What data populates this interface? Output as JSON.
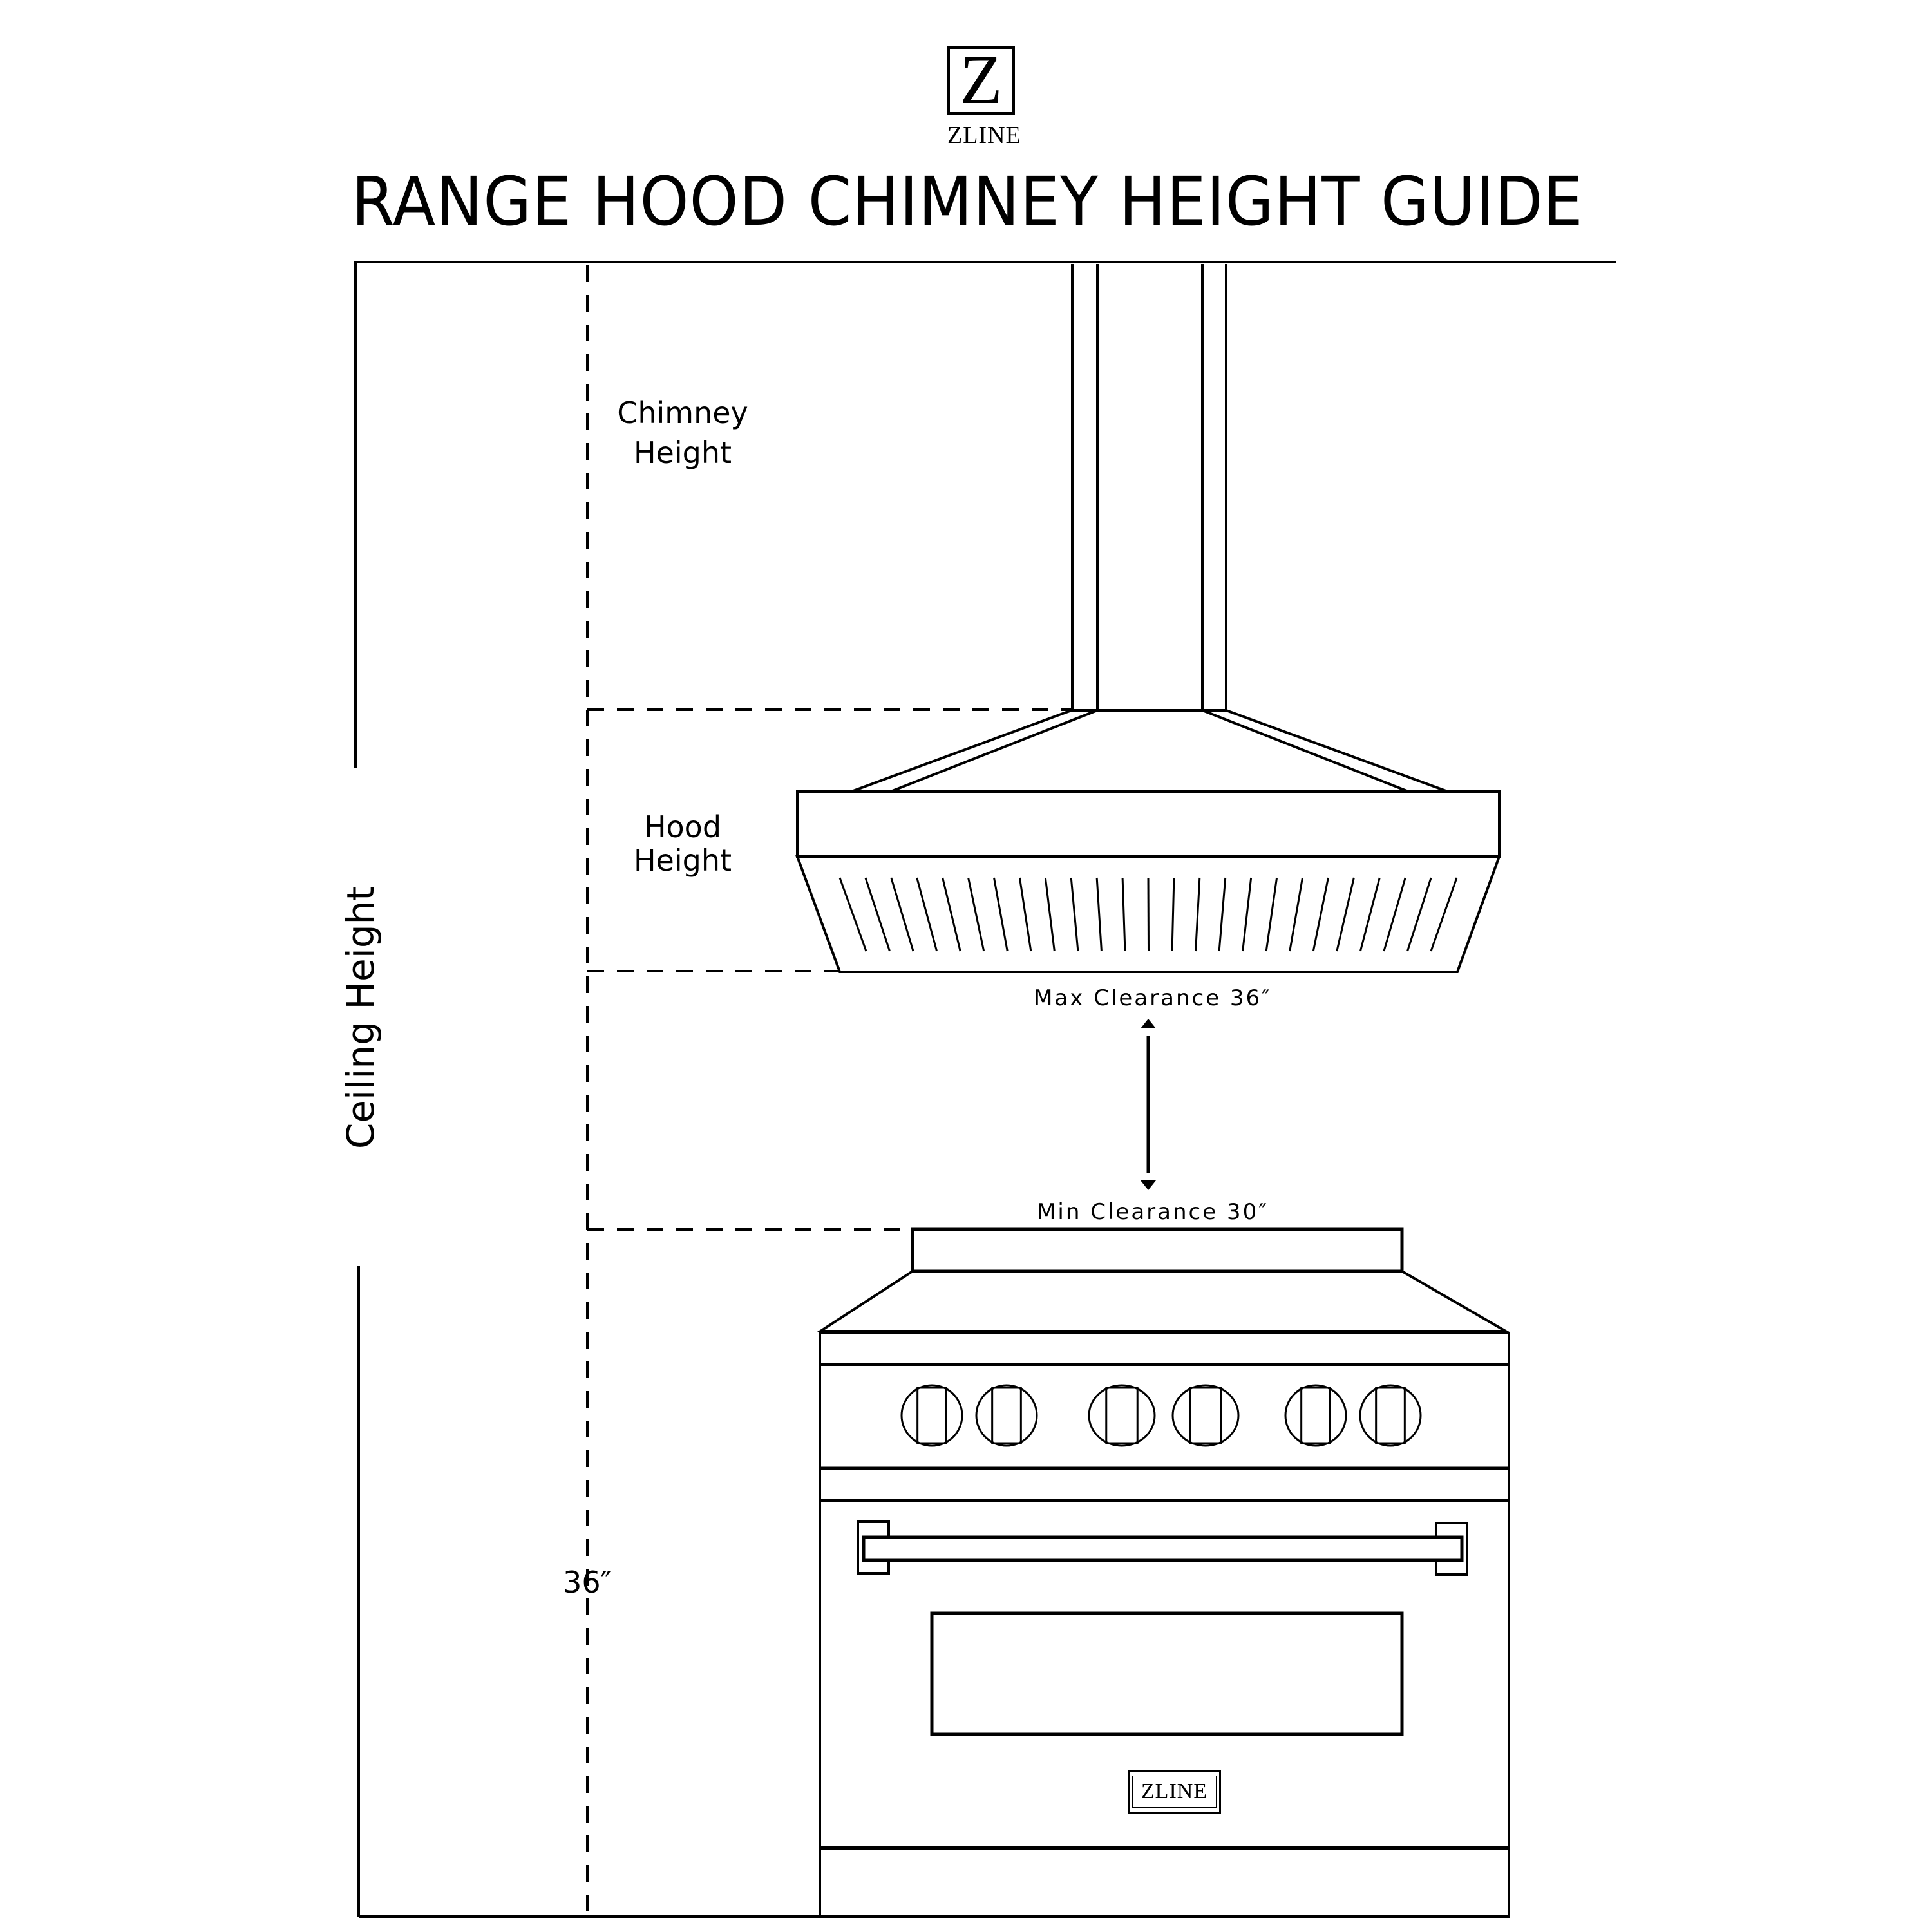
{
  "header": {
    "logo_mark": "Z",
    "logo_word": "ZLINE",
    "title": "RANGE HOOD CHIMNEY HEIGHT GUIDE"
  },
  "labels": {
    "chimney_height_line1": "Chimney",
    "chimney_height_line2": "Height",
    "hood_height_line1": "Hood",
    "hood_height_line2": "Height",
    "ceiling_height": "Ceiling Height",
    "max_clearance": "Max Clearance 36″",
    "min_clearance": "Min Clearance 30″",
    "counter_height": "36″"
  },
  "range": {
    "badge_text": "ZLINE",
    "knob_count": 6
  },
  "hood": {
    "louver_count": 25
  },
  "colors": {
    "line": "#000000",
    "background": "#ffffff"
  }
}
